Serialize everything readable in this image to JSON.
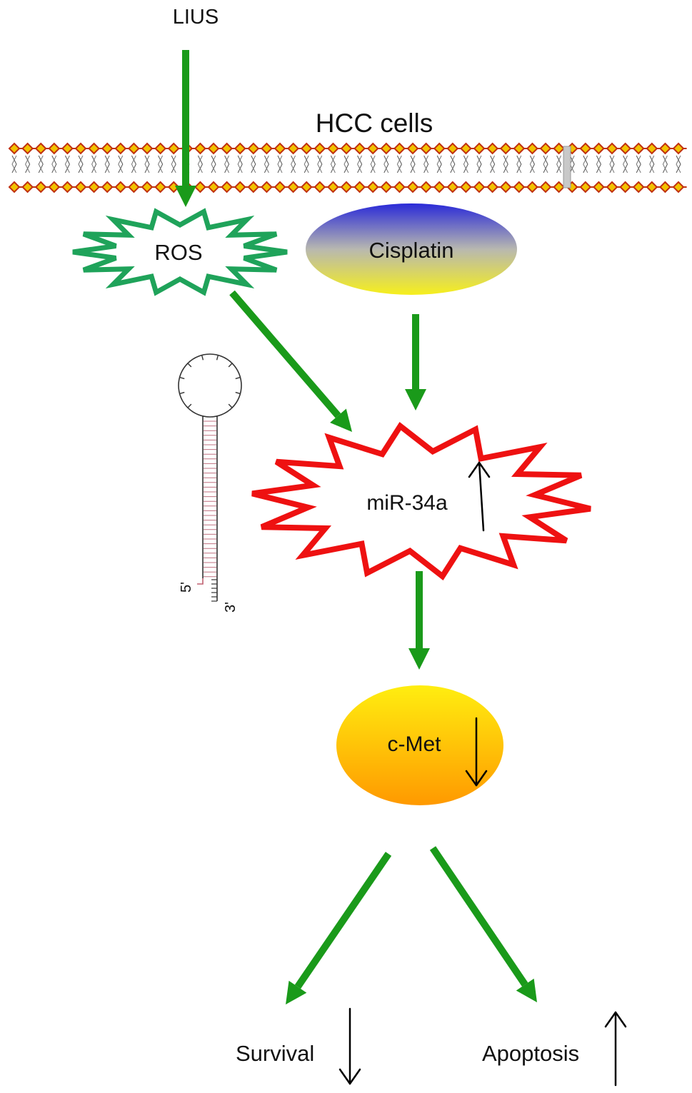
{
  "stimulus": {
    "label": "LIUS"
  },
  "membrane": {
    "label": "HCC cells"
  },
  "nodes": {
    "ros": {
      "label": "ROS"
    },
    "cisplatin": {
      "label": "Cisplatin"
    },
    "mir34a": {
      "label": "miR-34a",
      "change": "up"
    },
    "cmet": {
      "label": "c-Met",
      "change": "down"
    }
  },
  "hairpin": {
    "five_prime": "5'",
    "three_prime": "3'"
  },
  "outcomes": {
    "survival": {
      "label": "Survival",
      "change": "down"
    },
    "apoptosis": {
      "label": "Apoptosis",
      "change": "up"
    }
  },
  "colors": {
    "arrow": "#1a9a1a",
    "ros_outline": "#1fa35a",
    "mir_outline": "#ee1111",
    "lipid_head": "#f2c200",
    "lipid_head_edge": "#c03010",
    "cisplatin_top": "#2a2ad8",
    "cisplatin_bottom": "#f6ef1c",
    "cmet_top": "#ffee10",
    "cmet_bottom": "#ff9900"
  }
}
